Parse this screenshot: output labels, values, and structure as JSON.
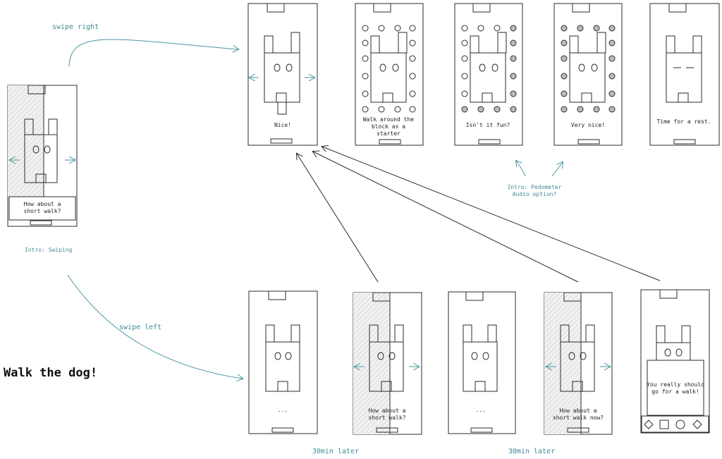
{
  "title": "Walk the dog!",
  "labels": {
    "swipe_right": "swipe right",
    "swipe_left": "swipe left",
    "intro_swiping": "Intro: Swiping",
    "intro_pedometer_1": "Intro: Pedometer",
    "intro_pedometer_2": "Audio option?",
    "later_1": "30min later",
    "later_2": "30min later"
  },
  "screens": {
    "start": {
      "line1": "How about a",
      "line2": "short walk?"
    },
    "top1": {
      "line1": "Nice!",
      "line2": "",
      "line3": ""
    },
    "top2": {
      "line1": "Walk around the",
      "line2": "block as a",
      "line3": "starter"
    },
    "top3": {
      "line1": "Isn't it fun?",
      "line2": "",
      "line3": ""
    },
    "top4": {
      "line1": "Very nice!",
      "line2": "",
      "line3": ""
    },
    "top5": {
      "line1": "Time for a rest.",
      "line2": "",
      "line3": ""
    },
    "bot1": {
      "line1": "...",
      "line2": ""
    },
    "bot2": {
      "line1": "How about a",
      "line2": "short walk?"
    },
    "bot3": {
      "line1": "...",
      "line2": ""
    },
    "bot4": {
      "line1": "How about a",
      "line2": "short walk now?"
    },
    "bot5": {
      "line1": "You really should",
      "line2": "go for a walk!"
    }
  },
  "colors": {
    "accent": "#3f8a96",
    "ink": "#2b2b2b",
    "hatch": "#bdbdbd"
  }
}
